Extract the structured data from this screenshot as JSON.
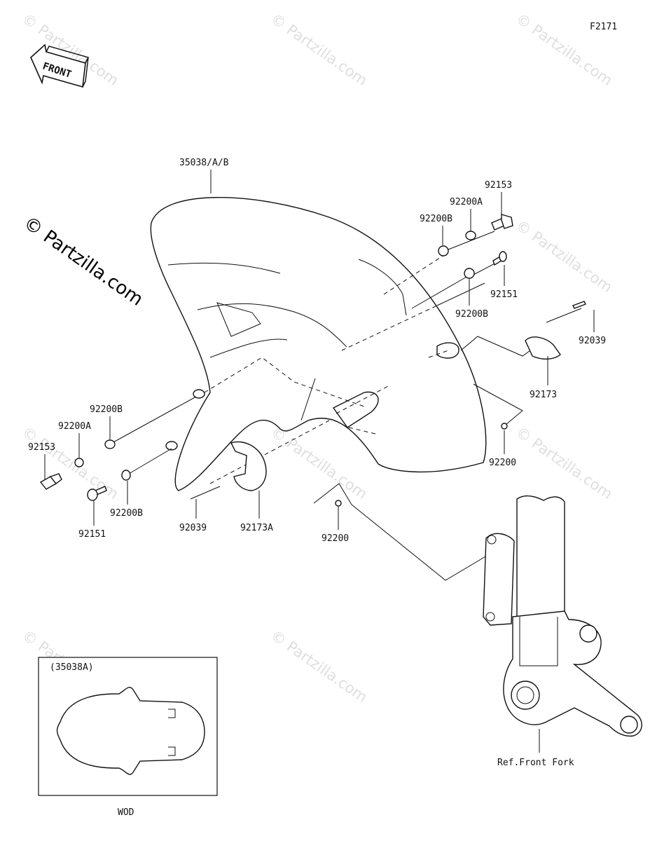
{
  "diagram_id": "F2171",
  "front_arrow_label": "FRONT",
  "watermark_text": "© Partzilla.com",
  "parts": {
    "fender": "35038/A/B",
    "bolt_upper_right": "92153",
    "washer_a_upper_right": "92200A",
    "washer_b_upper_right": "92200B",
    "screw_upper_right": "92151",
    "washer_b_right_mid": "92200B",
    "cable_pin_right": "92039",
    "clamp_right": "92173",
    "grommet_right": "92200",
    "washer_b_left": "92200B",
    "washer_a_left": "92200A",
    "bolt_left": "92153",
    "washer_b_left_lower": "92200B",
    "screw_left": "92151",
    "cable_pin_left": "92039",
    "clamp_left": "92173A",
    "grommet_center": "92200"
  },
  "ref_front_fork": "Ref.Front Fork",
  "inset": {
    "title": "(35038A)",
    "caption": "WOD"
  },
  "colors": {
    "line": "#111111",
    "background": "#ffffff"
  }
}
